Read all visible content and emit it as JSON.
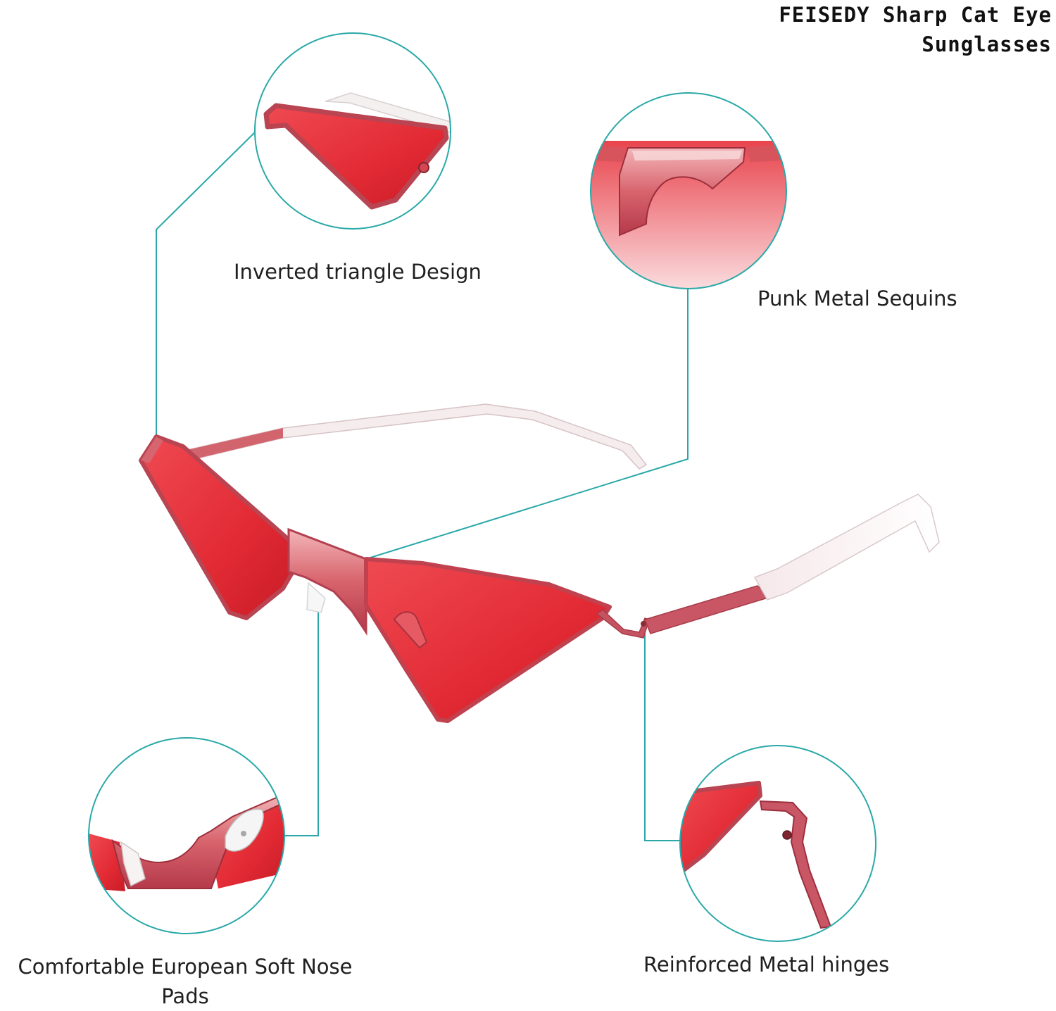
{
  "product": {
    "title_line1": "FEISEDY Sharp Cat Eye",
    "title_line2": "Sunglasses"
  },
  "features": {
    "inverted_triangle": "Inverted triangle Design",
    "punk_metal": "Punk Metal Sequins",
    "nose_pads": "Comfortable European Soft Nose Pads",
    "hinges": "Reinforced Metal hinges"
  },
  "colors": {
    "callout_line": "#2aa8a8",
    "lens_red": "#e8303a",
    "frame_rose": "#c9505a",
    "background": "#ffffff"
  }
}
